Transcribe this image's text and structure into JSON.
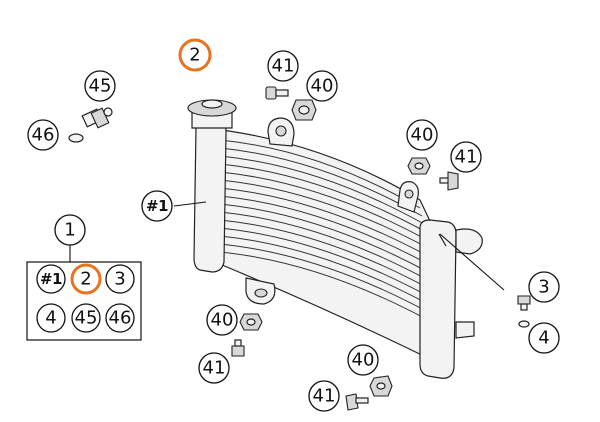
{
  "colors": {
    "highlight": "#e8731f",
    "line": "#111111",
    "background": "#ffffff"
  },
  "callouts": {
    "cap_top": "2",
    "screw_top": "41",
    "nut_top": "40",
    "sensor": "45",
    "oring": "46",
    "radiator": "#1",
    "nut_right": "40",
    "screw_right": "41",
    "bolt_right": "3",
    "washer_right": "4",
    "nut_bottom_left": "40",
    "screw_bottom_left": "41",
    "nut_bottom_center": "40",
    "screw_bottom_center": "41"
  },
  "kit": {
    "label": "1",
    "items": [
      "#1",
      "2",
      "3",
      "4",
      "45",
      "46"
    ],
    "highlighted_item": "2"
  }
}
